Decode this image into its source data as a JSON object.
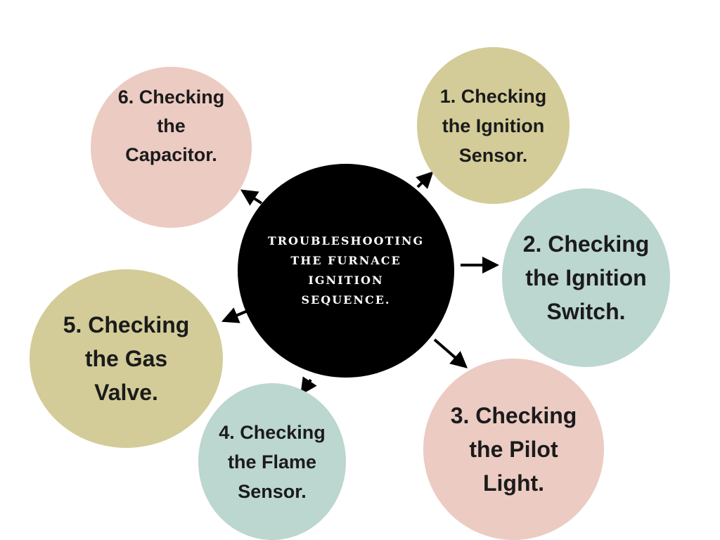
{
  "center": {
    "label": "TROUBLESHOOTING THE FURNACE IGNITION SEQUENCE.",
    "color": "#000000"
  },
  "steps": [
    {
      "label": "1. Checking the Ignition Sensor.",
      "color": "#d3cc98"
    },
    {
      "label": "2. Checking the Ignition Switch.",
      "color": "#bcd6d0"
    },
    {
      "label": "3. Checking the Pilot Light.",
      "color": "#eccbc3"
    },
    {
      "label": "4. Checking the Flame Sensor.",
      "color": "#bcd6d0"
    },
    {
      "label": "5. Checking the Gas Valve.",
      "color": "#d3cc98"
    },
    {
      "label": "6. Checking the Capacitor.",
      "color": "#eccbc3"
    }
  ]
}
